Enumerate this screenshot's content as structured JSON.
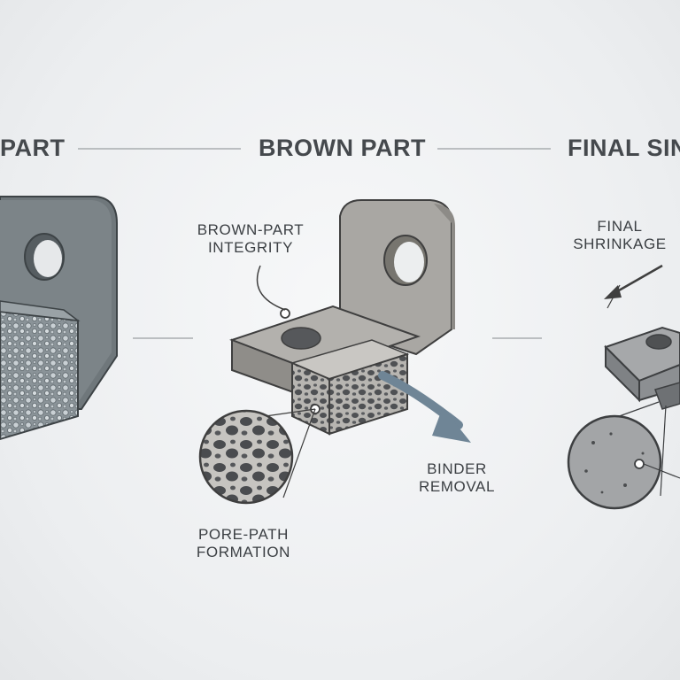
{
  "stages": [
    {
      "title": "PART"
    },
    {
      "title": "BROWN PART"
    },
    {
      "title": "FINAL SIN"
    }
  ],
  "callouts": {
    "integrity": [
      "BROWN-PART",
      "INTEGRITY"
    ],
    "binder": [
      "BINDER",
      "REMOVAL"
    ],
    "pore": [
      "PORE-PATH",
      "FORMATION"
    ],
    "shrinkage": [
      "FINAL",
      "SHRINKAGE"
    ]
  },
  "colors": {
    "green_part": "#7c8488",
    "brown_part": "#a9a7a3",
    "sintered_part": "#8c8f92",
    "arrow": "#6f8596",
    "label_text": "#3b3f43"
  }
}
